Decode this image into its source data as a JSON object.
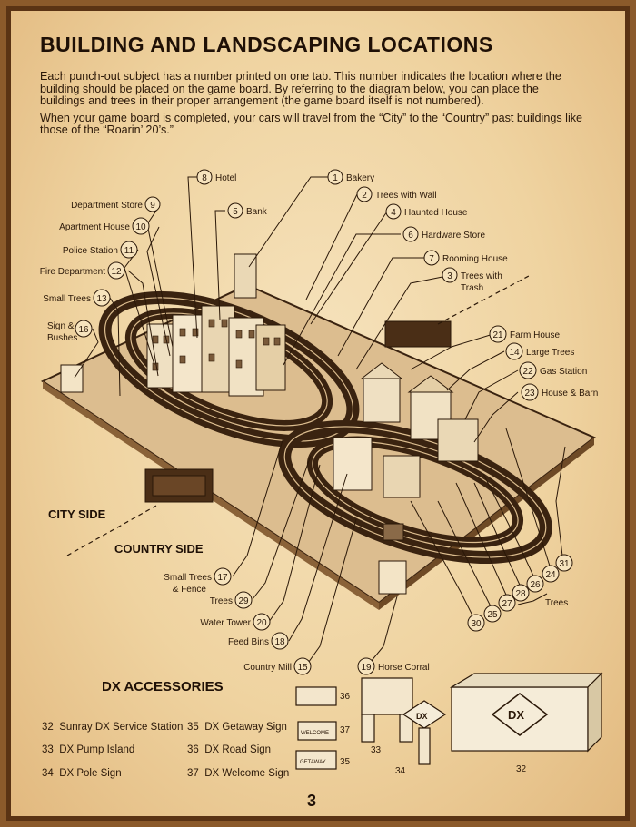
{
  "heading": "BUILDING AND LANDSCAPING LOCATIONS",
  "intro": [
    "Each punch-out subject has a number printed on one tab. This number indicates the location where the building should be placed on the game board. By referring to the diagram below, you can place the buildings and trees in their proper arrangement (the game board itself is not numbered).",
    "When your game board is completed, your cars will travel from the “City” to the “Country” past buildings like those of the “Roarin’ 20’s.”"
  ],
  "sides": {
    "city": "CITY SIDE",
    "country": "COUNTRY SIDE"
  },
  "callouts": [
    {
      "num": "1",
      "label": "Bakery"
    },
    {
      "num": "2",
      "label": "Trees with Wall"
    },
    {
      "num": "3",
      "label": "Trees with",
      "label2": "Trash"
    },
    {
      "num": "4",
      "label": "Haunted House"
    },
    {
      "num": "5",
      "label": "Bank"
    },
    {
      "num": "6",
      "label": "Hardware Store"
    },
    {
      "num": "7",
      "label": "Rooming House"
    },
    {
      "num": "8",
      "label": "Hotel"
    },
    {
      "num": "9",
      "label": "Department Store"
    },
    {
      "num": "10",
      "label": "Apartment House"
    },
    {
      "num": "11",
      "label": "Police Station"
    },
    {
      "num": "12",
      "label": "Fire Department"
    },
    {
      "num": "13",
      "label": "Small Trees"
    },
    {
      "num": "14",
      "label": "Large Trees"
    },
    {
      "num": "15",
      "label": "Country Mill"
    },
    {
      "num": "16",
      "label": "Sign &",
      "label2": "Bushes"
    },
    {
      "num": "17",
      "label": "Small Trees",
      "label2": "& Fence"
    },
    {
      "num": "18",
      "label": "Feed Bins"
    },
    {
      "num": "19",
      "label": "Horse Corral"
    },
    {
      "num": "20",
      "label": "Water Tower"
    },
    {
      "num": "21",
      "label": "Farm House"
    },
    {
      "num": "22",
      "label": "Gas Station"
    },
    {
      "num": "23",
      "label": "House & Barn"
    },
    {
      "num": "24",
      "label": ""
    },
    {
      "num": "25",
      "label": ""
    },
    {
      "num": "26",
      "label": ""
    },
    {
      "num": "27",
      "label": ""
    },
    {
      "num": "28",
      "label": ""
    },
    {
      "num": "29",
      "label": "Trees"
    },
    {
      "num": "30",
      "label": ""
    },
    {
      "num": "31",
      "label": ""
    }
  ],
  "trees_label": "Trees",
  "accessories": {
    "title": "DX ACCESSORIES",
    "items": [
      {
        "num": "32",
        "label": "Sunray DX Service Station"
      },
      {
        "num": "33",
        "label": "DX Pump Island"
      },
      {
        "num": "34",
        "label": "DX Pole Sign"
      },
      {
        "num": "35",
        "label": "DX Getaway Sign"
      },
      {
        "num": "36",
        "label": "DX Road Sign"
      },
      {
        "num": "37",
        "label": "DX Welcome Sign"
      }
    ],
    "brand": "DX",
    "welcome_text": "WELCOME",
    "getaway_text": "GETAWAY"
  },
  "page_number": "3",
  "colors": {
    "board": "#d9b98a",
    "track": "#3a2310",
    "ink": "#2b1808",
    "paper": "#f3ddb0"
  }
}
